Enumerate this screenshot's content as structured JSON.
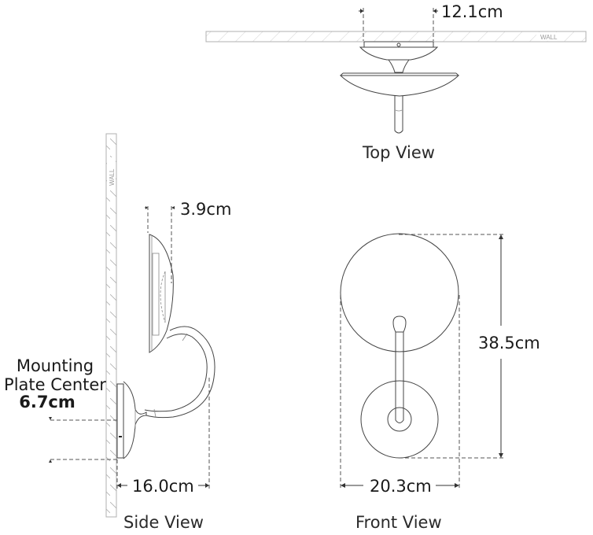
{
  "diagram": {
    "subject": "Wall sconce dimension drawing",
    "wall_label": "WALL",
    "views": {
      "top": {
        "title": "Top View",
        "dimension": "12.1cm"
      },
      "side": {
        "title": "Side View",
        "shade_depth": "3.9cm",
        "extension": "16.0cm",
        "mounting_label_line1": "Mounting",
        "mounting_label_line2": "Plate Center",
        "mounting_value": "6.7cm"
      },
      "front": {
        "title": "Front View",
        "height": "38.5cm",
        "width": "20.3cm"
      }
    },
    "colors": {
      "line": "#444444",
      "wall_hatch": "#b0b0b0",
      "text": "#1a1a1a"
    }
  }
}
